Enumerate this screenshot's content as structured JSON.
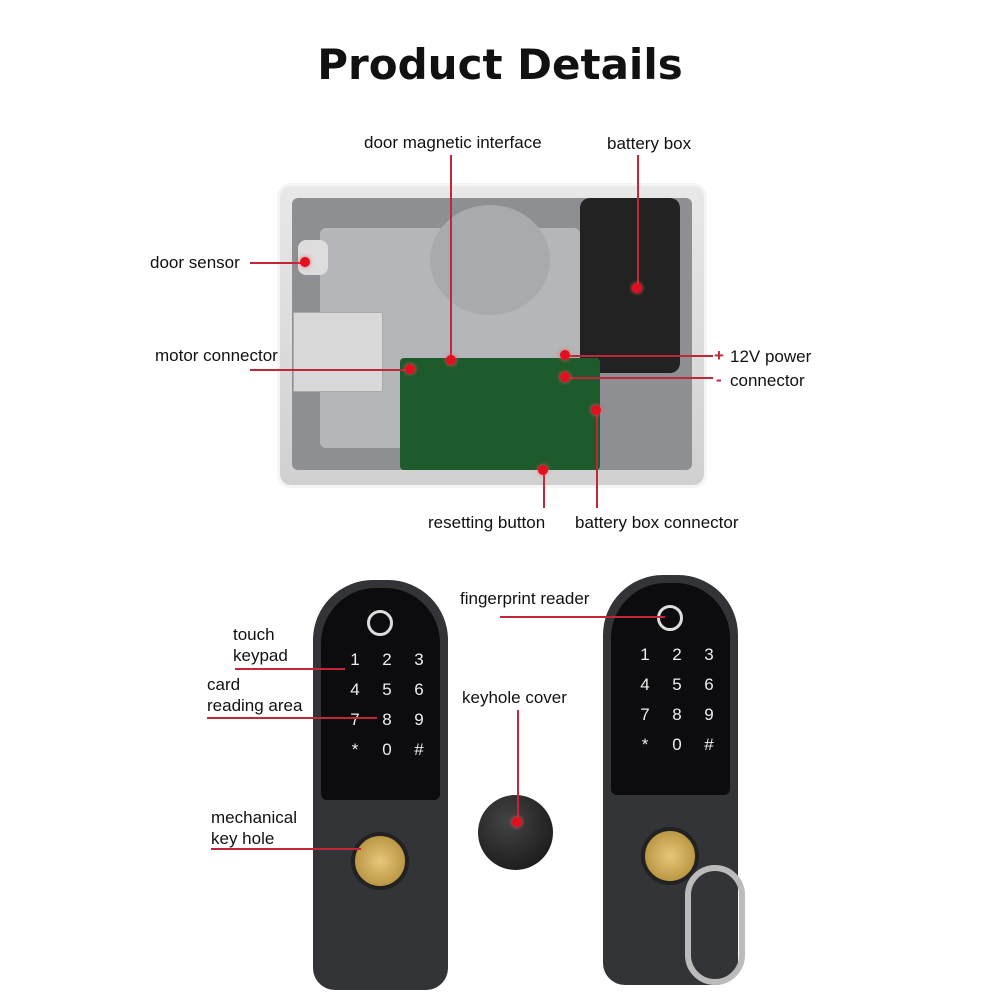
{
  "title": "Product Details",
  "labels": {
    "door_magnetic_interface": "door magnetic interface",
    "battery_box": "battery box",
    "door_sensor": "door sensor",
    "motor_connector": "motor connector",
    "plus": "+",
    "power_12v": "12V power",
    "minus": "-",
    "connector": "connector",
    "resetting_button": "resetting button",
    "battery_box_connector": "battery box connector",
    "touch_keypad": [
      "touch",
      "keypad"
    ],
    "card_reading_area": [
      "card",
      "reading area"
    ],
    "mechanical_key_hole": [
      "mechanical",
      "key hole"
    ],
    "keyhole_cover": "keyhole cover",
    "fingerprint_reader": "fingerprint reader"
  },
  "keypad": [
    "1",
    "2",
    "3",
    "4",
    "5",
    "6",
    "7",
    "8",
    "9",
    "*",
    "0",
    "#"
  ],
  "colors": {
    "accent": "#e01020"
  }
}
